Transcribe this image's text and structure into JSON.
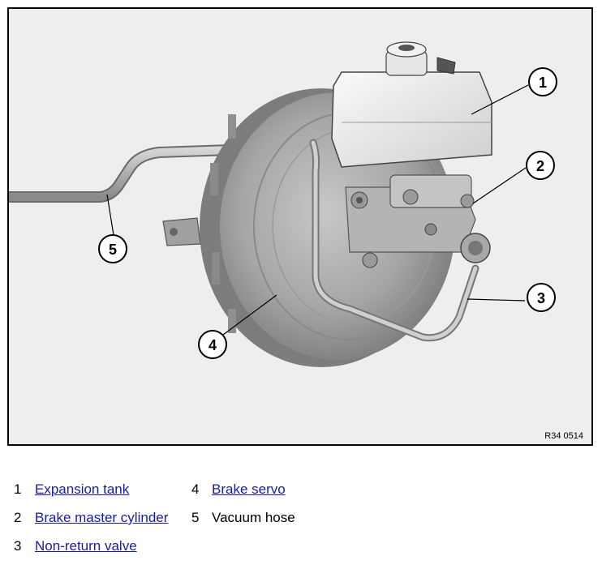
{
  "figure": {
    "code": "R34 0514",
    "callouts": [
      "1",
      "2",
      "3",
      "4",
      "5"
    ]
  },
  "legend": [
    {
      "num": "1",
      "label": "Expansion tank",
      "link": true
    },
    {
      "num": "2",
      "label": "Brake master cylinder",
      "link": true
    },
    {
      "num": "3",
      "label": "Non-return valve",
      "link": true
    },
    {
      "num": "4",
      "label": "Brake servo",
      "link": true
    },
    {
      "num": "5",
      "label": "Vacuum hose",
      "link": false
    }
  ],
  "colors": {
    "link": "#1a1aa6",
    "figure_background": "#eeeeee",
    "part_gray": "#9a9a9a"
  }
}
